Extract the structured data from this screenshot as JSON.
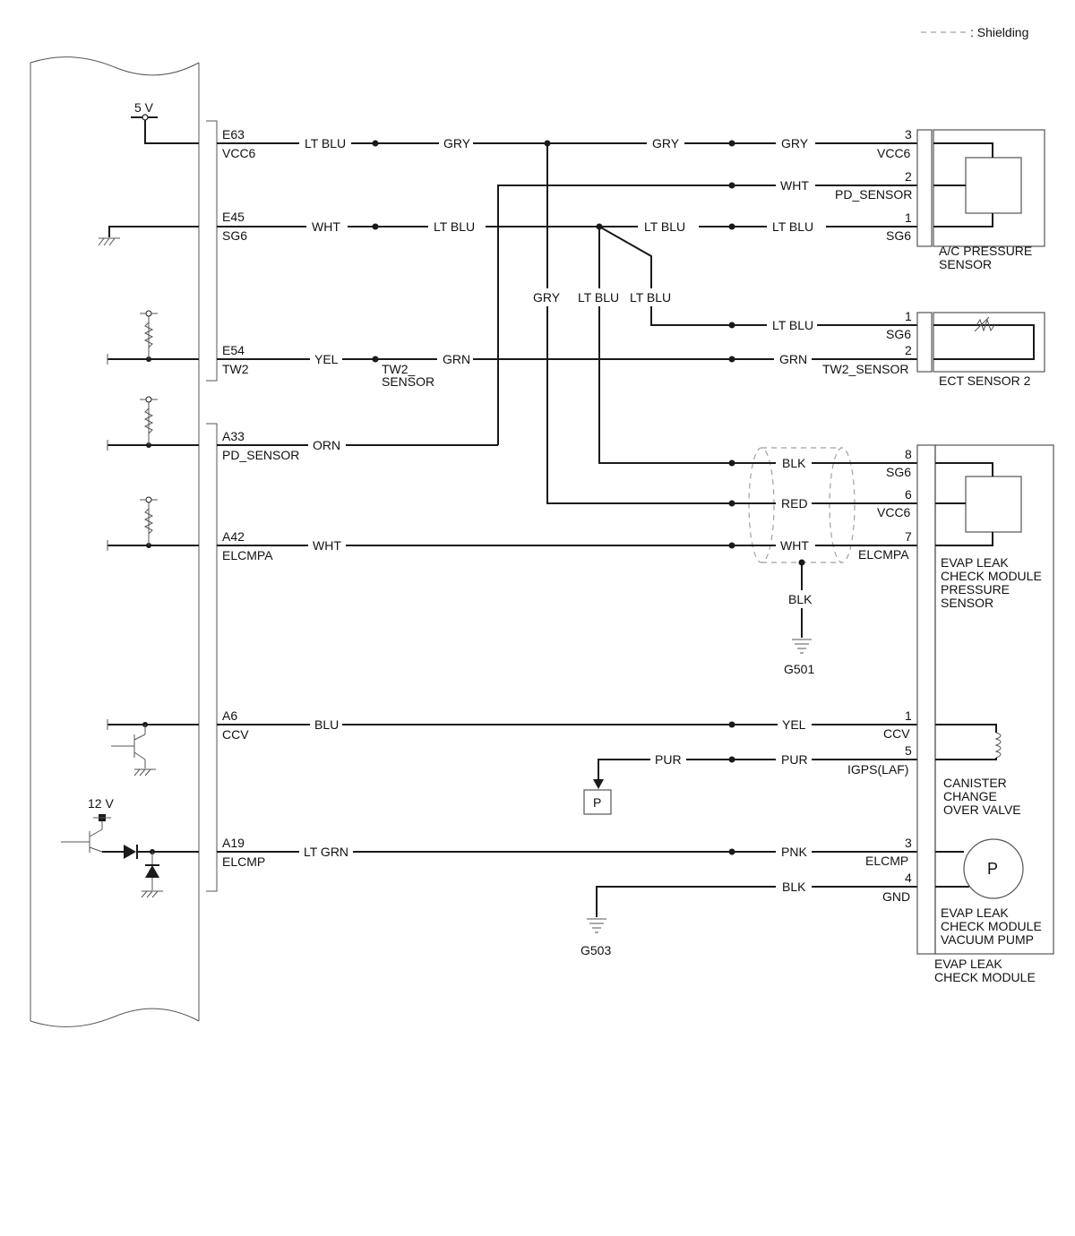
{
  "legend": {
    "shielding": ": Shielding"
  },
  "power": {
    "v5": "5 V",
    "v12": "12 V"
  },
  "ecm": {
    "pins": [
      {
        "id": "E63",
        "name": "VCC6"
      },
      {
        "id": "E45",
        "name": "SG6"
      },
      {
        "id": "E54",
        "name": "TW2"
      },
      {
        "id": "A33",
        "name": "PD_SENSOR"
      },
      {
        "id": "A42",
        "name": "ELCMPA"
      },
      {
        "id": "A6",
        "name": "CCV"
      },
      {
        "id": "A19",
        "name": "ELCMP"
      }
    ]
  },
  "wire_colors": {
    "vcc6": [
      "LT BLU",
      "GRY",
      "GRY",
      "GRY"
    ],
    "pd": "WHT",
    "sg6": [
      "WHT",
      "LT BLU",
      "LT BLU",
      "LT BLU"
    ],
    "branches": [
      "GRY",
      "LT BLU",
      "LT BLU"
    ],
    "ect_sg6": "LT BLU",
    "tw2": [
      "YEL",
      "GRN",
      "GRN"
    ],
    "tw2_splice": [
      "TW2_",
      "SENSOR"
    ],
    "a33": "ORN",
    "blk8": "BLK",
    "red6": "RED",
    "a42": [
      "WHT",
      "WHT"
    ],
    "shield_ground": "BLK",
    "ccv": [
      "BLU",
      "YEL"
    ],
    "pur": [
      "PUR",
      "PUR"
    ],
    "pur_symbol": "P",
    "elcmp": [
      "LT GRN",
      "PNK"
    ],
    "gnd": "BLK"
  },
  "grounds": {
    "g501": "G501",
    "g503": "G503"
  },
  "components": {
    "ac_sensor": {
      "label": [
        "A/C PRESSURE",
        "SENSOR"
      ],
      "pins": [
        {
          "num": "3",
          "name": "VCC6"
        },
        {
          "num": "2",
          "name": "PD_SENSOR"
        },
        {
          "num": "1",
          "name": "SG6"
        }
      ]
    },
    "ect2": {
      "label": "ECT SENSOR 2",
      "pins": [
        {
          "num": "1",
          "name": "SG6"
        },
        {
          "num": "2",
          "name": "TW2_SENSOR"
        }
      ]
    },
    "elcm": {
      "label": [
        "EVAP LEAK",
        "CHECK MODULE"
      ],
      "pins": [
        {
          "num": "8",
          "name": "SG6"
        },
        {
          "num": "6",
          "name": "VCC6"
        },
        {
          "num": "7",
          "name": "ELCMPA"
        },
        {
          "num": "1",
          "name": "CCV"
        },
        {
          "num": "5",
          "name": "IGPS(LAF)"
        },
        {
          "num": "3",
          "name": "ELCMP"
        },
        {
          "num": "4",
          "name": "GND"
        }
      ],
      "pressure_sensor": [
        "EVAP LEAK",
        "CHECK MODULE",
        "PRESSURE",
        "SENSOR"
      ],
      "valve": [
        "CANISTER",
        "CHANGE",
        "OVER VALVE"
      ],
      "pump": [
        "EVAP LEAK",
        "CHECK MODULE",
        "VACUUM PUMP"
      ],
      "pump_symbol": "P"
    }
  }
}
